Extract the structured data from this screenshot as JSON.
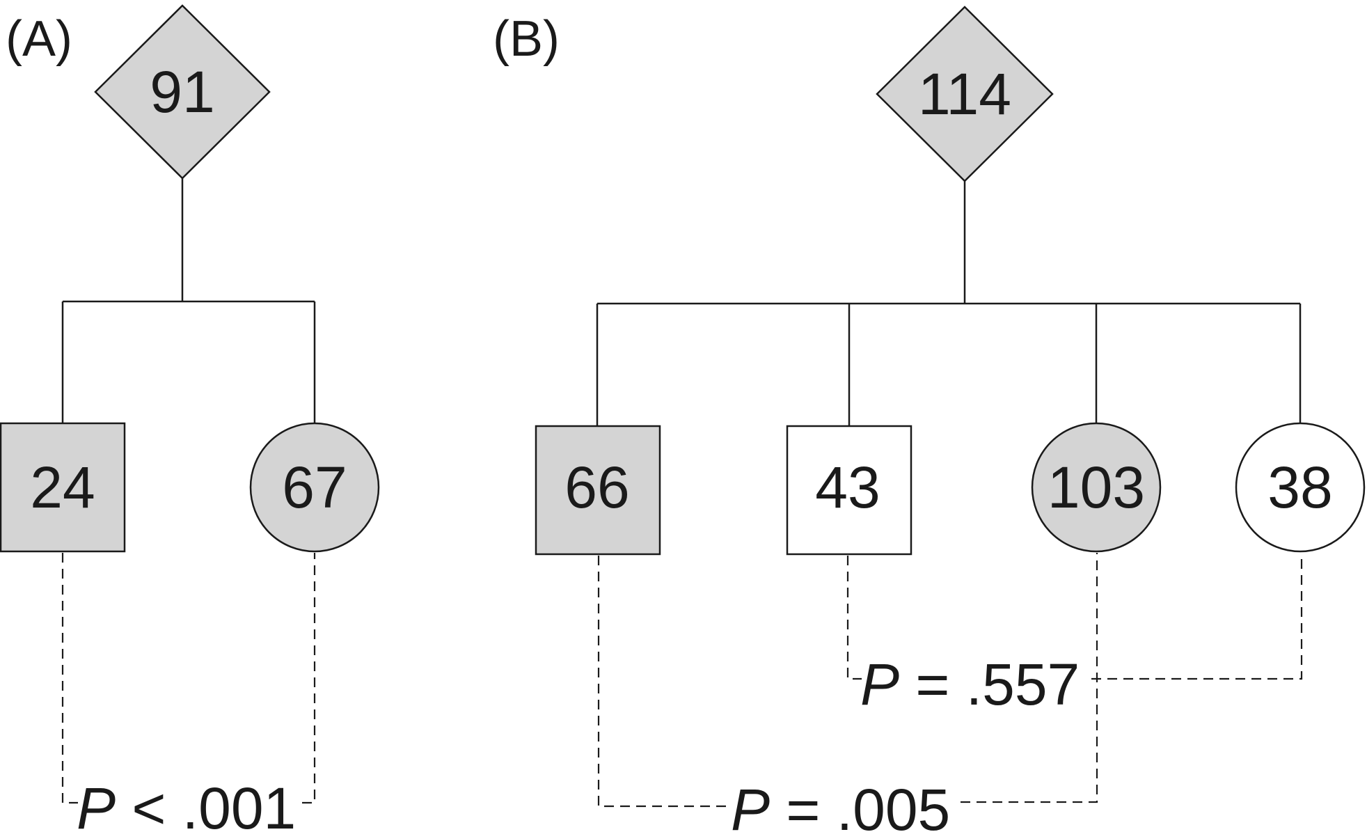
{
  "panels": {
    "a": {
      "label": "(A)",
      "parent": {
        "value": "91",
        "shape": "diamond",
        "fill": "#d4d4d4"
      },
      "children": [
        {
          "value": "24",
          "shape": "square",
          "fill": "#d4d4d4"
        },
        {
          "value": "67",
          "shape": "circle",
          "fill": "#d4d4d4"
        }
      ],
      "comparisons": [
        {
          "symbol": "P",
          "text": " < .001"
        }
      ]
    },
    "b": {
      "label": "(B)",
      "parent": {
        "value": "114",
        "shape": "diamond",
        "fill": "#d4d4d4"
      },
      "children": [
        {
          "value": "66",
          "shape": "square",
          "fill": "#d4d4d4"
        },
        {
          "value": "43",
          "shape": "square",
          "fill": "#ffffff"
        },
        {
          "value": "103",
          "shape": "circle",
          "fill": "#d4d4d4"
        },
        {
          "value": "38",
          "shape": "circle",
          "fill": "#ffffff"
        }
      ],
      "comparisons": [
        {
          "symbol": "P",
          "text": " = .557"
        },
        {
          "symbol": "P",
          "text": " = .005"
        }
      ]
    }
  }
}
